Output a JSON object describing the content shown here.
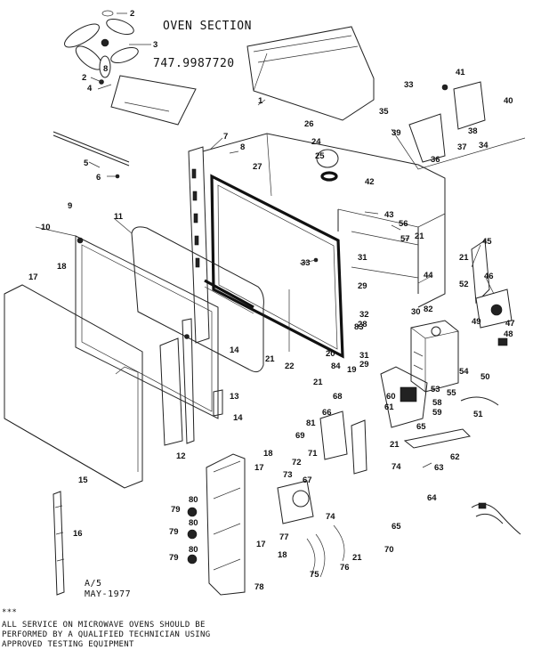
{
  "header": {
    "title": "OVEN SECTION",
    "model_number": "747.9987720"
  },
  "stamp": {
    "code": "A/5",
    "date": "MAY-1977"
  },
  "footer": {
    "marker": "***",
    "line1": "ALL SERVICE ON MICROWAVE OVENS SHOULD BE",
    "line2": "PERFORMED BY A QUALIFIED TECHNICIAN USING",
    "line3": "APPROVED TESTING EQUIPMENT"
  },
  "callouts": [
    "1",
    "2",
    "2",
    "3",
    "4",
    "5",
    "6",
    "7",
    "8",
    "8",
    "9",
    "10",
    "11",
    "12",
    "13",
    "14",
    "14",
    "15",
    "16",
    "17",
    "17",
    "17",
    "18",
    "18",
    "18",
    "19",
    "20",
    "21",
    "21",
    "21",
    "21",
    "21",
    "21",
    "22",
    "24",
    "25",
    "26",
    "27",
    "28",
    "29",
    "29",
    "30",
    "31",
    "31",
    "32",
    "33",
    "33",
    "34",
    "35",
    "36",
    "37",
    "38",
    "39",
    "40",
    "41",
    "42",
    "43",
    "44",
    "45",
    "46",
    "47",
    "48",
    "49",
    "50",
    "51",
    "52",
    "53",
    "54",
    "55",
    "56",
    "57",
    "58",
    "59",
    "60",
    "61",
    "62",
    "63",
    "64",
    "65",
    "65",
    "66",
    "67",
    "68",
    "69",
    "70",
    "71",
    "72",
    "73",
    "74",
    "74",
    "75",
    "76",
    "77",
    "78",
    "79",
    "79",
    "79",
    "80",
    "80",
    "80",
    "81",
    "82",
    "83",
    "84"
  ]
}
